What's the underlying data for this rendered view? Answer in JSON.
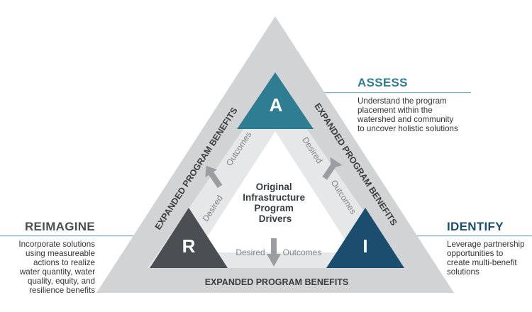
{
  "colors": {
    "outer_triangle": "#d1d3d4",
    "inner_band": "#e6e7e8",
    "center": "#ffffff",
    "assess": "#2e7d93",
    "reimagine": "#4a4f54",
    "identify": "#1b4e6e",
    "arrow": "#9a9da1",
    "benefits_text": "#3a3d40",
    "rule": "#7fb2c6"
  },
  "center_label": {
    "lines": [
      "Original",
      "Infrastructure",
      "Program",
      "Drivers"
    ]
  },
  "benefits_label": "EXPANDED PROGRAM BENEFITS",
  "flow_labels": {
    "desired": "Desired",
    "outcomes": "Outcomes"
  },
  "corners": {
    "assess": {
      "letter": "A",
      "title": "ASSESS",
      "description": "Understand the program\nplacement within the\nwatershed and community\nto uncover holistic solutions"
    },
    "reimagine": {
      "letter": "R",
      "title": "REIMAGINE",
      "description": "Incorporate solutions\nusing measureable\nactions to realize\nwater quantity, water\nquality, equity, and\nresilience benefits"
    },
    "identify": {
      "letter": "I",
      "title": "IDENTIFY",
      "description": "Leverage partnership\nopportunities to\ncreate multi-benefit\nsolutions"
    }
  }
}
